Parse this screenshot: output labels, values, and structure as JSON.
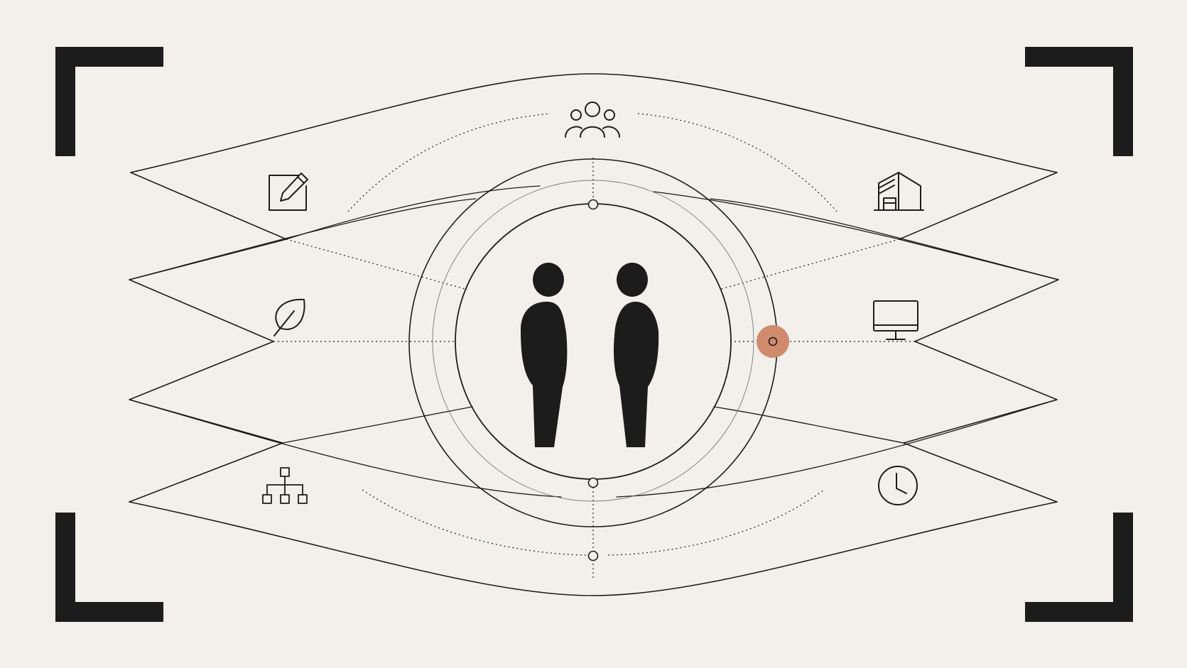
{
  "palette": {
    "background": "#f3f0eb",
    "ink": "#1c1c1c",
    "accent": "#d08a6c"
  },
  "center": {
    "figures": [
      "person-silhouette",
      "person-silhouette"
    ],
    "rings": 3,
    "highlighted_node": "right-ring-node"
  },
  "icons": [
    {
      "position": "top-center",
      "name": "group-icon"
    },
    {
      "position": "upper-left",
      "name": "edit-icon"
    },
    {
      "position": "upper-right",
      "name": "building-icon"
    },
    {
      "position": "middle-left",
      "name": "leaf-icon"
    },
    {
      "position": "middle-right",
      "name": "monitor-icon"
    },
    {
      "position": "lower-left",
      "name": "org-chart-icon"
    },
    {
      "position": "lower-right",
      "name": "clock-icon"
    }
  ],
  "frame": {
    "corner_brackets": 4
  }
}
